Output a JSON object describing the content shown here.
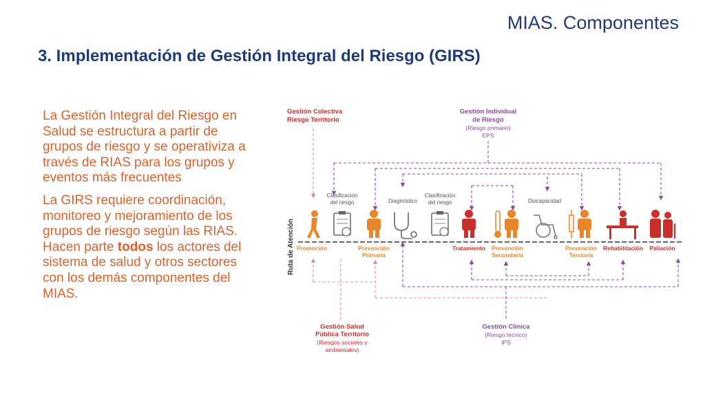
{
  "header": {
    "section": "MIAS. Componentes"
  },
  "title": "3. Implementación de Gestión Integral del Riesgo (GIRS)",
  "body": {
    "paragraph1": "La Gestión Integral del Riesgo en Salud se estructura a partir de grupos de riesgo y se operativiza a través de RIAS para los grupos y eventos más frecuentes",
    "paragraph2_before": "La GIRS requiere coordinación, monitoreo y mejoramiento de los grupos de riesgo según las RIAS. Hacen parte ",
    "paragraph2_bold": "todos",
    "paragraph2_after": " los actores del sistema de salud y otros sectores con los demás componentes del MIAS."
  },
  "diagram": {
    "axis_label": "Ruta de Atención",
    "top_left": {
      "line1": "Gestión Colectiva",
      "line2": "Riesgo Territorio"
    },
    "top_center": {
      "line1": "Gestión Individual",
      "line2": "de Riesgo",
      "line3": "(Riesgo primario)",
      "line4": "EPS"
    },
    "bottom_left": {
      "line1": "Gestión Salud",
      "line2": "Pública Territorio",
      "line3": "(Riesgos sociales y",
      "line4": "ambientales)"
    },
    "bottom_center": {
      "line1": "Gestión Clínica",
      "line2": "(Riesgo técnico)",
      "line3": "IPS"
    },
    "upper_labels": {
      "clasificacion1": [
        "Clasificación",
        "del riesgo"
      ],
      "diagnostico": "Diagnóstico",
      "clasificacion2": [
        "Clasificación",
        "del riesgo"
      ],
      "discapacidad": "Discapacidad"
    },
    "stages": {
      "promocion": "Promoción",
      "prev_primaria": [
        "Prevención",
        "Primaria"
      ],
      "tratamiento": "Tratamiento",
      "prev_secundaria": [
        "Prevención",
        "Secundaria"
      ],
      "prev_terciaria": [
        "Prevención",
        "Terciaria"
      ],
      "rehabilitacion": "Rehabilitación",
      "paliacion": "Paliación"
    },
    "colors": {
      "red": "#c9302c",
      "orange": "#e8862b",
      "purple": "#8a4a9c",
      "pink": "#d98aa8",
      "gray": "#9a9a9a"
    }
  }
}
